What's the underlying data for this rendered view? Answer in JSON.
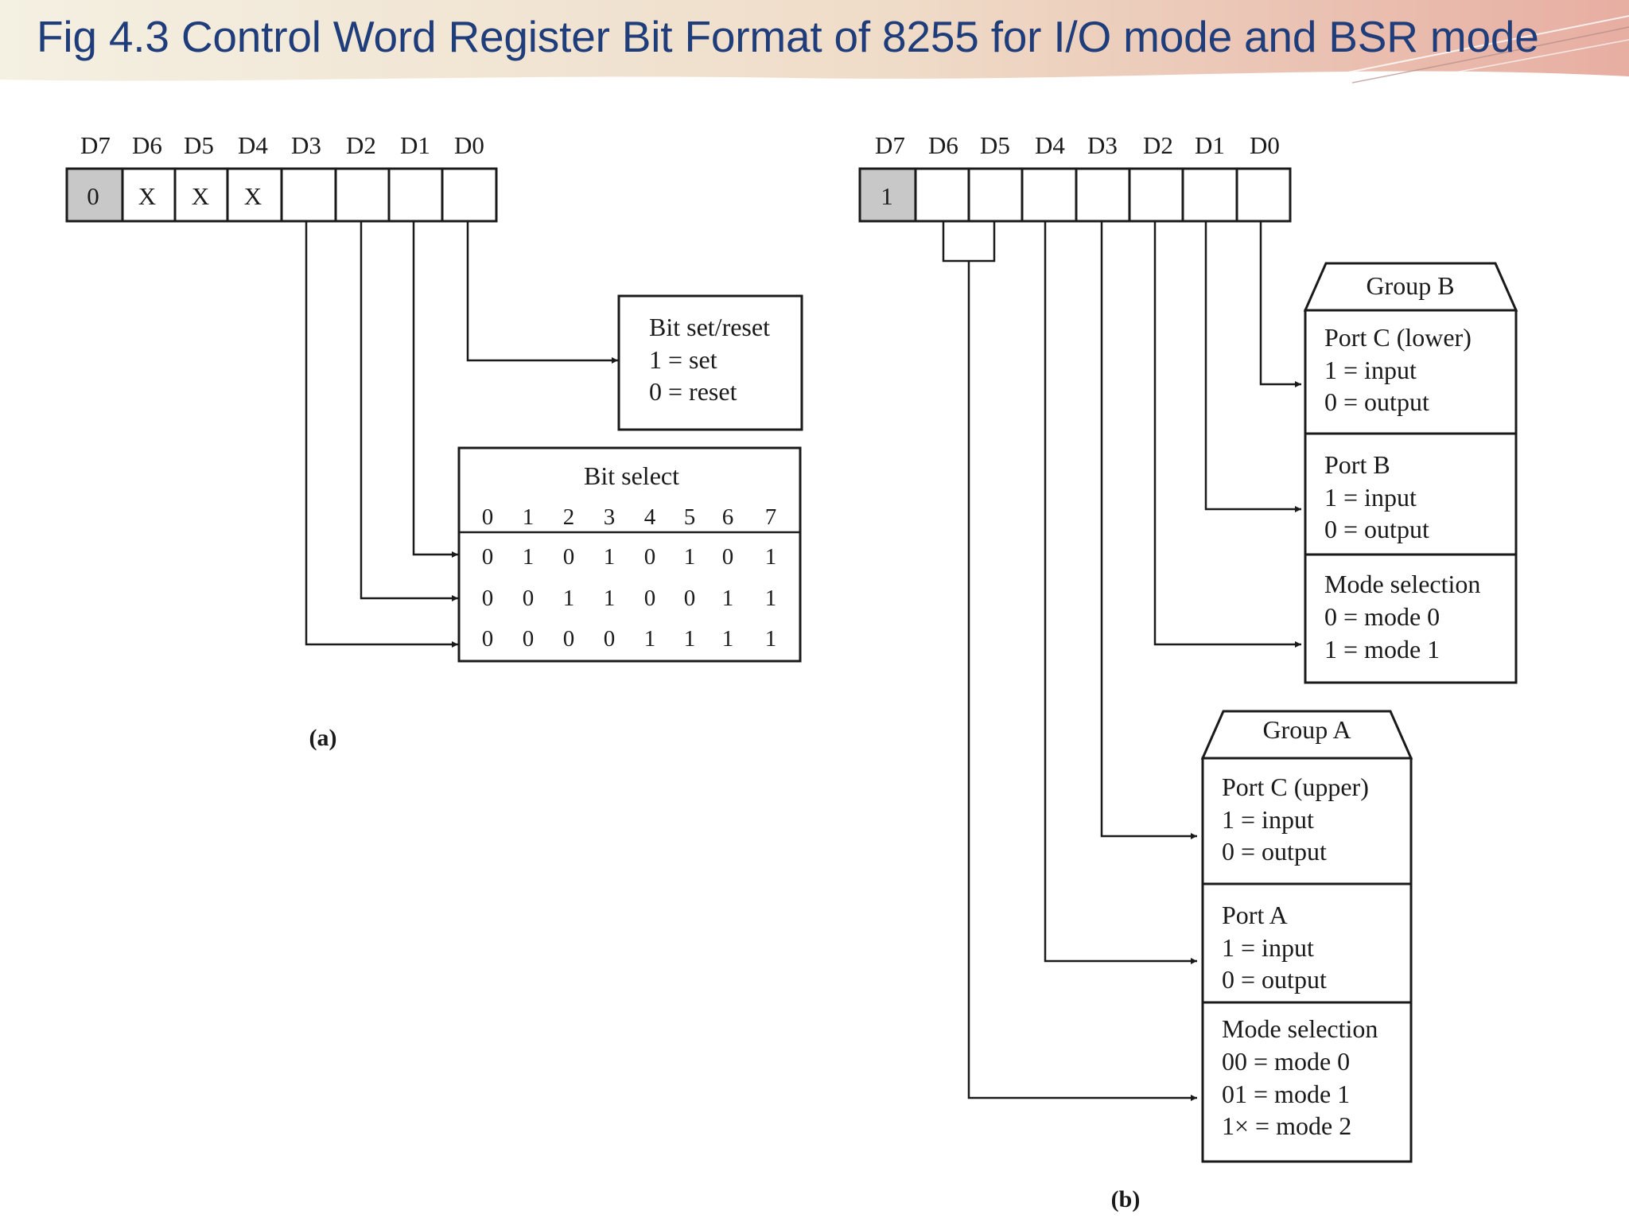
{
  "title": "Fig 4.3 Control Word Register Bit Format of 8255 for I/O mode and BSR mode",
  "colors": {
    "title_text": "#1f3d7a",
    "banner_left": "#f3efe1",
    "banner_right": "#e9b3a8",
    "shaded_cell": "#c8c8c8"
  },
  "bsr": {
    "caption": "(a)",
    "headers": [
      "D7",
      "D6",
      "D5",
      "D4",
      "D3",
      "D2",
      "D1",
      "D0"
    ],
    "cells": [
      "0",
      "X",
      "X",
      "X",
      "",
      "",
      "",
      ""
    ],
    "bit_set_reset": {
      "title": "Bit set/reset",
      "set": "1 = set",
      "reset": "0 = reset"
    },
    "bit_select": {
      "title": "Bit select",
      "columns": [
        "0",
        "1",
        "2",
        "3",
        "4",
        "5",
        "6",
        "7"
      ],
      "rows": [
        [
          "0",
          "1",
          "0",
          "1",
          "0",
          "1",
          "0",
          "1"
        ],
        [
          "0",
          "0",
          "1",
          "1",
          "0",
          "0",
          "1",
          "1"
        ],
        [
          "0",
          "0",
          "0",
          "0",
          "1",
          "1",
          "1",
          "1"
        ]
      ]
    }
  },
  "io": {
    "caption": "(b)",
    "headers": [
      "D7",
      "D6",
      "D5",
      "D4",
      "D3",
      "D2",
      "D1",
      "D0"
    ],
    "cells": [
      "1",
      "",
      "",
      "",
      "",
      "",
      "",
      ""
    ],
    "group_b": {
      "title": "Group B",
      "port_c_lower": {
        "title": "Port C (lower)",
        "l1": "1 = input",
        "l2": "0 = output"
      },
      "port_b": {
        "title": "Port B",
        "l1": "1 = input",
        "l2": "0 = output"
      },
      "mode": {
        "title": "Mode selection",
        "l1": "0 = mode 0",
        "l2": "1 = mode 1"
      }
    },
    "group_a": {
      "title": "Group A",
      "port_c_upper": {
        "title": "Port C (upper)",
        "l1": "1 = input",
        "l2": "0 = output"
      },
      "port_a": {
        "title": "Port A",
        "l1": "1 = input",
        "l2": "0 = output"
      },
      "mode": {
        "title": "Mode selection",
        "l1": "00 = mode 0",
        "l2": "01 = mode 1",
        "l3": "1× = mode 2"
      }
    }
  }
}
